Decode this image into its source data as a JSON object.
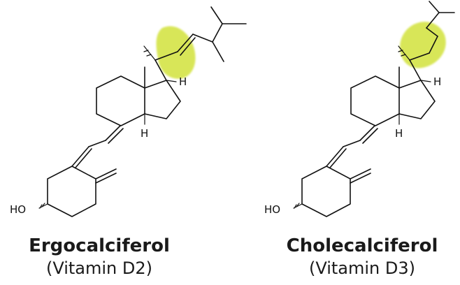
{
  "highlight_color": "#d2e23a",
  "molecules": [
    {
      "name": "Ergocalciferol",
      "subtitle": "(Vitamin D2)",
      "labels": {
        "hydroxyl": "HO",
        "h_upper": "H",
        "h_lower": "H"
      }
    },
    {
      "name": "Cholecalciferol",
      "subtitle": "(Vitamin D3)",
      "labels": {
        "hydroxyl": "HO",
        "h_upper": "H",
        "h_lower": "H"
      }
    }
  ]
}
